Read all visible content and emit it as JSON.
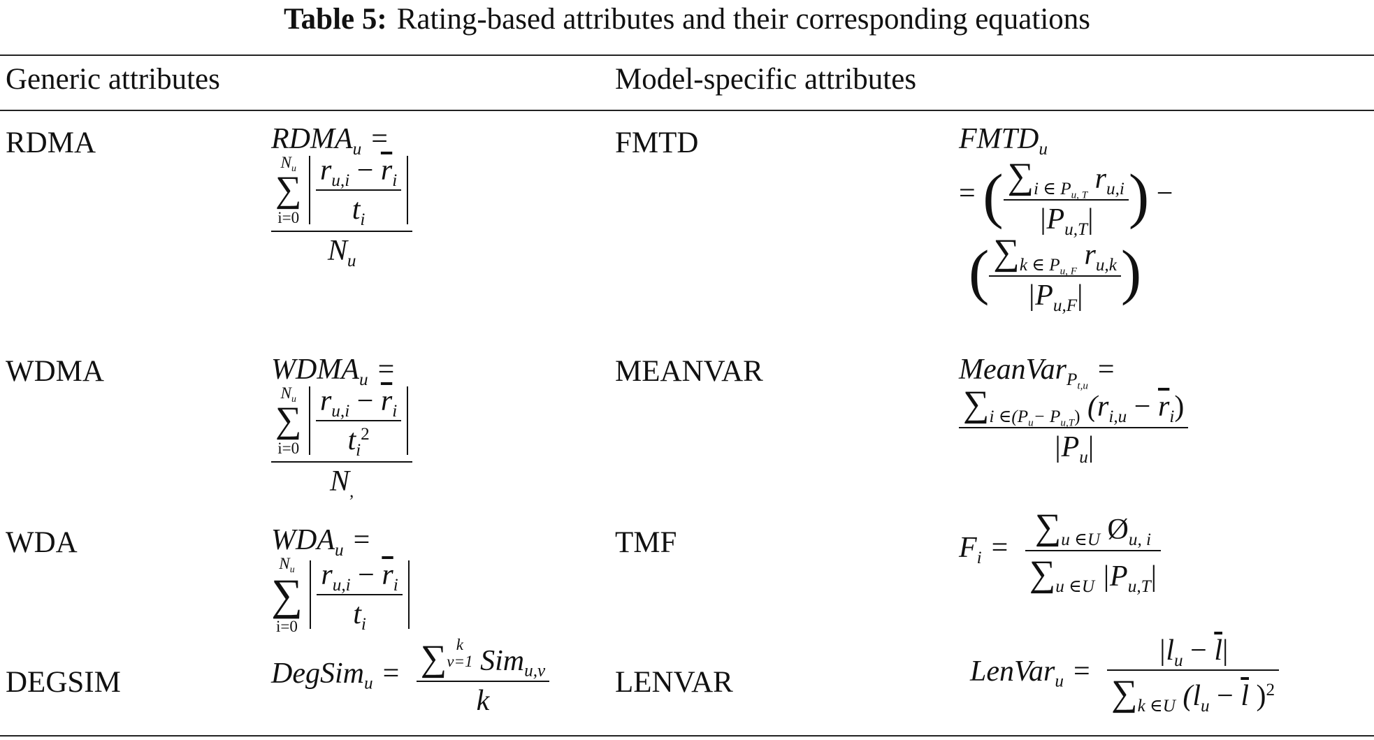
{
  "caption": {
    "label": "Table 5:",
    "text": "Rating-based attributes and their corresponding equations"
  },
  "headers": {
    "generic": "Generic attributes",
    "model_specific": "Model-specific attributes"
  },
  "rows": [
    {
      "generic_name": "RDMA",
      "model_name": "FMTD"
    },
    {
      "generic_name": "WDMA",
      "model_name": "MEANVAR"
    },
    {
      "generic_name": "WDA",
      "model_name": "TMF"
    },
    {
      "generic_name": "DEGSIM",
      "model_name": "LENVAR"
    }
  ],
  "equations": {
    "rdma": {
      "lhs": "RDMA",
      "sub": "u",
      "num_top": "r",
      "num_sub": "u,i",
      "minus": "−",
      "rbar": "r",
      "rbar_sub": "i",
      "den": "t",
      "den_sub": "i",
      "outer_den": "N",
      "outer_den_sub": "u",
      "sum_upper": "N",
      "sum_upper_sub": "u",
      "sum_lower": "i=0"
    },
    "wdma": {
      "lhs": "WDMA",
      "sub": "u",
      "den_sup": "2",
      "outer_den_sub": ","
    },
    "wda": {
      "lhs": "WDA",
      "sub": "u"
    },
    "degsim": {
      "lhs": "DegSim",
      "sub": "u",
      "sum_upper": "k",
      "sum_lower": "v=1",
      "term": "Sim",
      "term_sub": "u,v",
      "den": "k"
    },
    "fmtd": {
      "lhs": "FMTD",
      "sub": "u",
      "set_t": "i ∈ P",
      "set_t_sub": "u, T",
      "set_f": "k ∈ P",
      "set_f_sub": "u, F",
      "term_k": "r",
      "term_k_sub": "u,k",
      "den_t": "|P",
      "den_t_sub": "u,T",
      "den_f": "|P",
      "den_f_sub": "u,F"
    },
    "meanvar": {
      "lhs": "MeanVar",
      "sub": "P",
      "sub_sub": "t,u",
      "set": "i ∈(P",
      "set_mid": "u",
      "set_mid2": "− P",
      "set_mid3": "u,T",
      "set_end": ")",
      "term": "(r",
      "term_sub": "i,u",
      "term_end": ")",
      "den": "|P",
      "den_sub": "u"
    },
    "tmf": {
      "lhs": "F",
      "sub": "i",
      "num_set": "u ∈U",
      "num_term": "Ø",
      "num_term_sub": "u, i",
      "den_set": "u ∈U",
      "den_term": "|P",
      "den_term_sub": "u,T"
    },
    "lenvar": {
      "lhs": "LenVar",
      "sub": "u",
      "num": "|l",
      "num_sub": "u",
      "lbar": "l",
      "den_set": "k ∈U",
      "den_term": "(l",
      "den_term_sub": "u",
      "den_end": ")",
      "den_sup": "2"
    }
  }
}
